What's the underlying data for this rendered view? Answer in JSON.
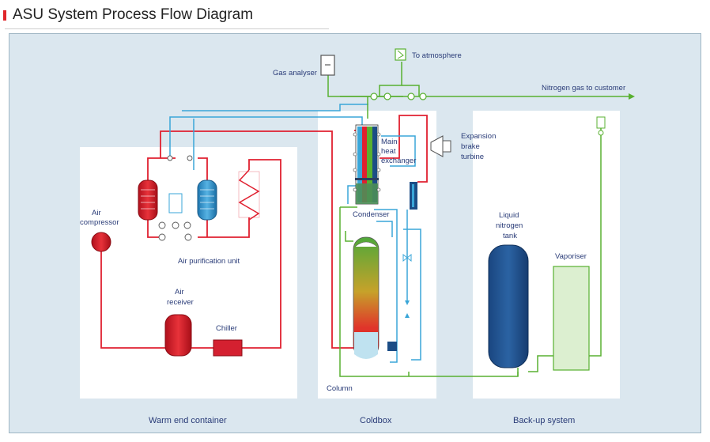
{
  "header": {
    "title": "ASU System Process Flow Diagram"
  },
  "labels": {
    "gas_analyser": "Gas analyser",
    "to_atmosphere": "To atmosphere",
    "nitrogen_to_customer": "Nitrogen gas to customer",
    "main_heat_exchanger": [
      "Main",
      "heat",
      "exchanger"
    ],
    "expansion_brake_turbine": [
      "Expansion",
      "brake",
      "turbine"
    ],
    "air_compressor": [
      "Air",
      "compressor"
    ],
    "air_purification_unit": "Air purification unit",
    "air_receiver": [
      "Air",
      "receiver"
    ],
    "chiller": "Chiller",
    "condenser": "Condenser",
    "column": "Column",
    "liquid_nitrogen_tank": [
      "Liquid",
      "nitrogen",
      "tank"
    ],
    "vaporiser": "Vaporiser"
  },
  "zones": {
    "warm_end": "Warm end container",
    "coldbox": "Coldbox",
    "backup": "Back-up system"
  },
  "colors": {
    "hot_line": "#e02030",
    "cold_line": "#3aa6d8",
    "nitrogen_line": "#58b030",
    "text": "#2a3c78",
    "tank": "#1c4d86",
    "vaporiser_fill": "#dcefd0",
    "panel": "#ffffff",
    "background": "#dbe7ef"
  }
}
